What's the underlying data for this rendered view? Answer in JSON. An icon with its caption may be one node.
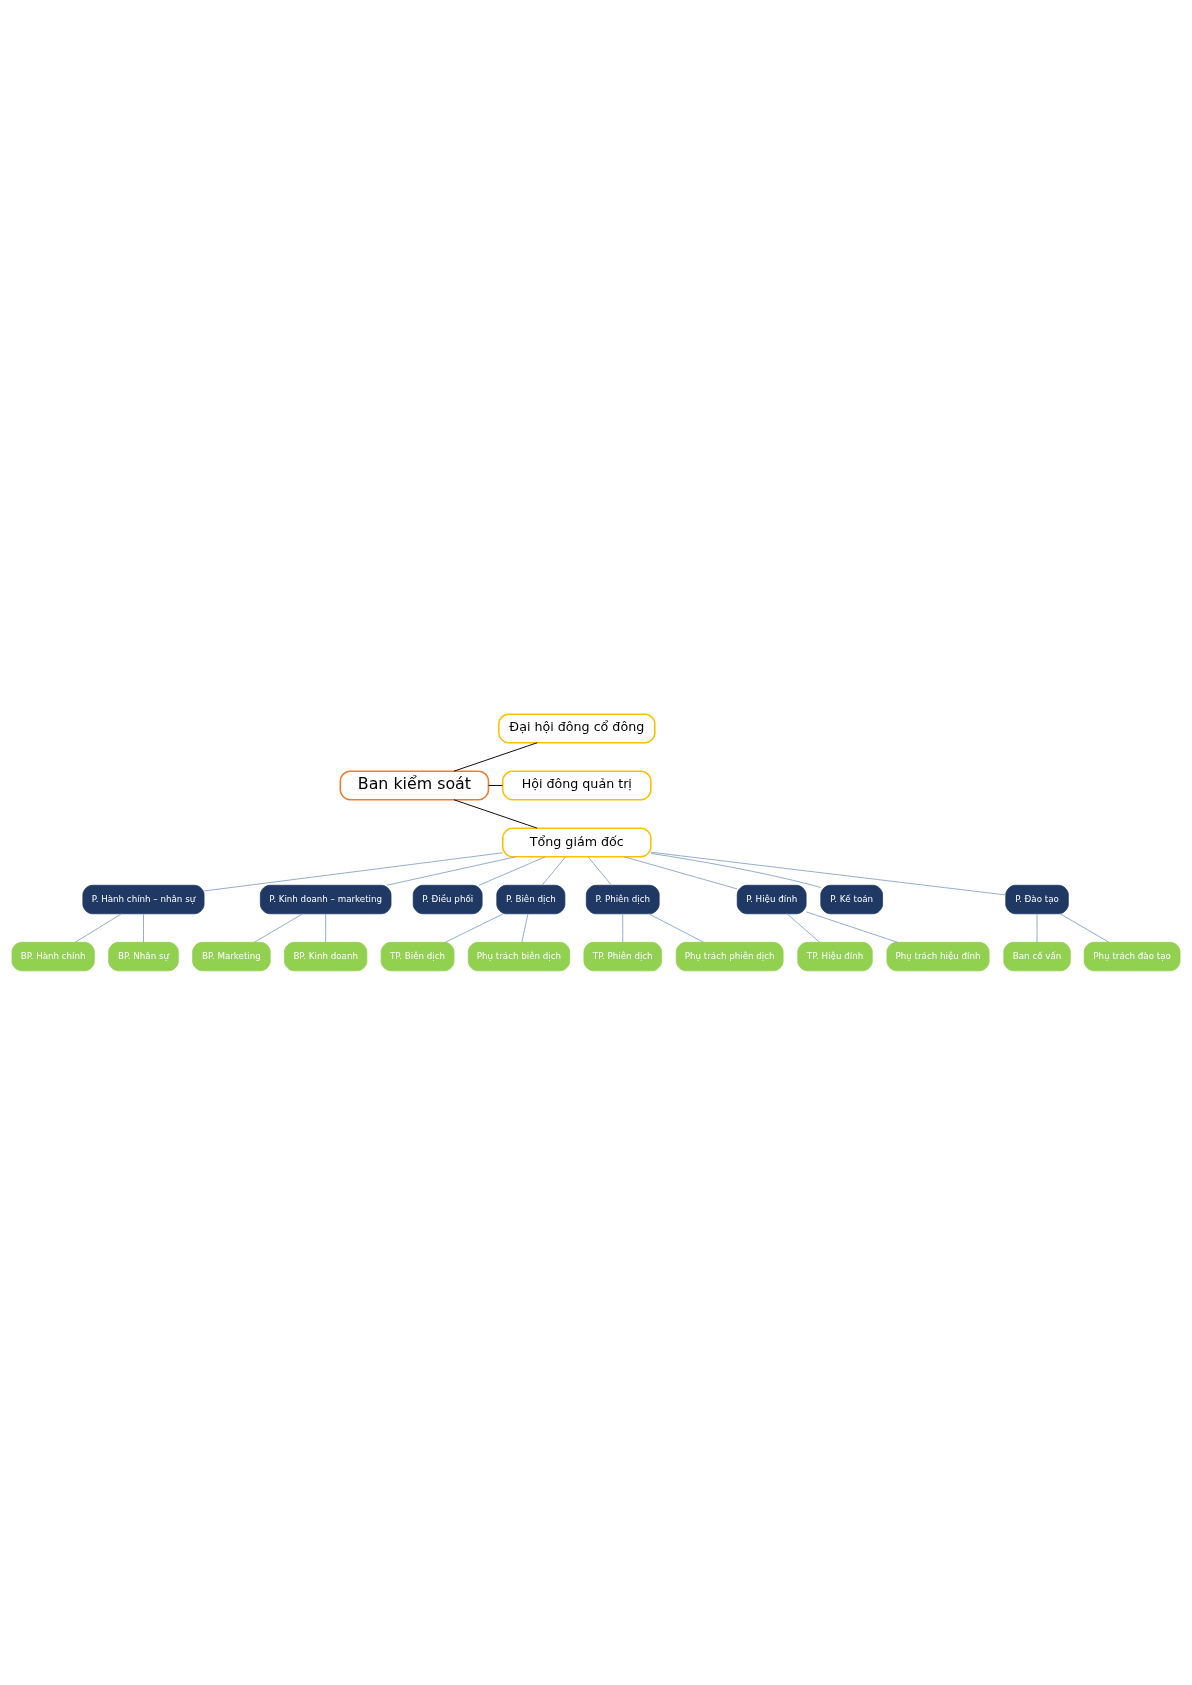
{
  "diagram": {
    "nodes": [
      {
        "text": [
          "Ban kiểm soát"
        ]
      },
      {
        "text": [
          "Đại hội đông cổ đông"
        ]
      },
      {
        "text": [
          "Hội đông quản trị"
        ]
      },
      {
        "text": [
          "Tổng giám đốc"
        ]
      },
      {
        "text": [
          "P. Hành chính – nhân sự"
        ]
      },
      {
        "text": [
          "P. Kinh doanh – marketing"
        ]
      },
      {
        "text": [
          "P. Điều phối"
        ]
      },
      {
        "text": [
          "P. Biên dịch"
        ]
      },
      {
        "text": [
          "P. Phiên dịch"
        ]
      },
      {
        "text": [
          "P. Hiệu đính"
        ]
      },
      {
        "text": [
          "P. Kế toán"
        ]
      },
      {
        "text": [
          "P. Đào tạo"
        ]
      },
      {
        "text": [
          "BP. Hành chính"
        ]
      },
      {
        "text": [
          "BP. Nhân sự"
        ]
      },
      {
        "text": [
          "BP. Marketing"
        ]
      },
      {
        "text": [
          "BP. Kinh doanh"
        ]
      },
      {
        "text": [
          "TP. Biên dịch"
        ]
      },
      {
        "text": [
          "Phụ trách biên dịch"
        ]
      },
      {
        "text": [
          "TP. Phiên dịch"
        ]
      },
      {
        "text": [
          "Phụ trách phiên dịch"
        ]
      },
      {
        "text": [
          "TP. Hiệu đính"
        ]
      },
      {
        "text": [
          "Phụ trách hiệu đính"
        ]
      },
      {
        "text": [
          "Ban cố vấn"
        ]
      },
      {
        "text": [
          "Phụ trách đào tạo"
        ]
      }
    ],
    "edges": [
      {
        "from": 0,
        "to": 1,
        "arrow": "none",
        "color": "#000000"
      },
      {
        "from": 0,
        "to": 2,
        "arrow": "none",
        "color": "#000000"
      },
      {
        "from": 0,
        "to": 3,
        "arrow": "none",
        "color": "#000000"
      },
      {
        "from": 3,
        "to": 4,
        "arrow": "none"
      },
      {
        "from": 3,
        "to": 5,
        "arrow": "none"
      },
      {
        "from": 3,
        "to": 6,
        "arrow": "none"
      },
      {
        "from": 3,
        "to": 7,
        "arrow": "none"
      },
      {
        "from": 3,
        "to": 8,
        "arrow": "none"
      },
      {
        "from": 3,
        "to": 9,
        "arrow": "none"
      },
      {
        "from": 3,
        "to": 10,
        "arrow": "none"
      },
      {
        "from": 3,
        "to": 11,
        "arrow": "none"
      },
      {
        "from": 4,
        "to": 12,
        "arrow": "none"
      },
      {
        "from": 4,
        "to": 13,
        "arrow": "none"
      },
      {
        "from": 5,
        "to": 14,
        "arrow": "none"
      },
      {
        "from": 5,
        "to": 15,
        "arrow": "none"
      },
      {
        "from": 7,
        "to": 16,
        "arrow": "none"
      },
      {
        "from": 7,
        "to": 17,
        "arrow": "none"
      },
      {
        "from": 8,
        "to": 18,
        "arrow": "none"
      },
      {
        "from": 8,
        "to": 19,
        "arrow": "none"
      },
      {
        "from": 9,
        "to": 20,
        "arrow": "none"
      },
      {
        "from": 9,
        "to": 21,
        "arrow": "none"
      },
      {
        "from": 11,
        "to": 22,
        "arrow": "none"
      },
      {
        "from": 11,
        "to": 23,
        "arrow": "none"
      }
    ]
  }
}
